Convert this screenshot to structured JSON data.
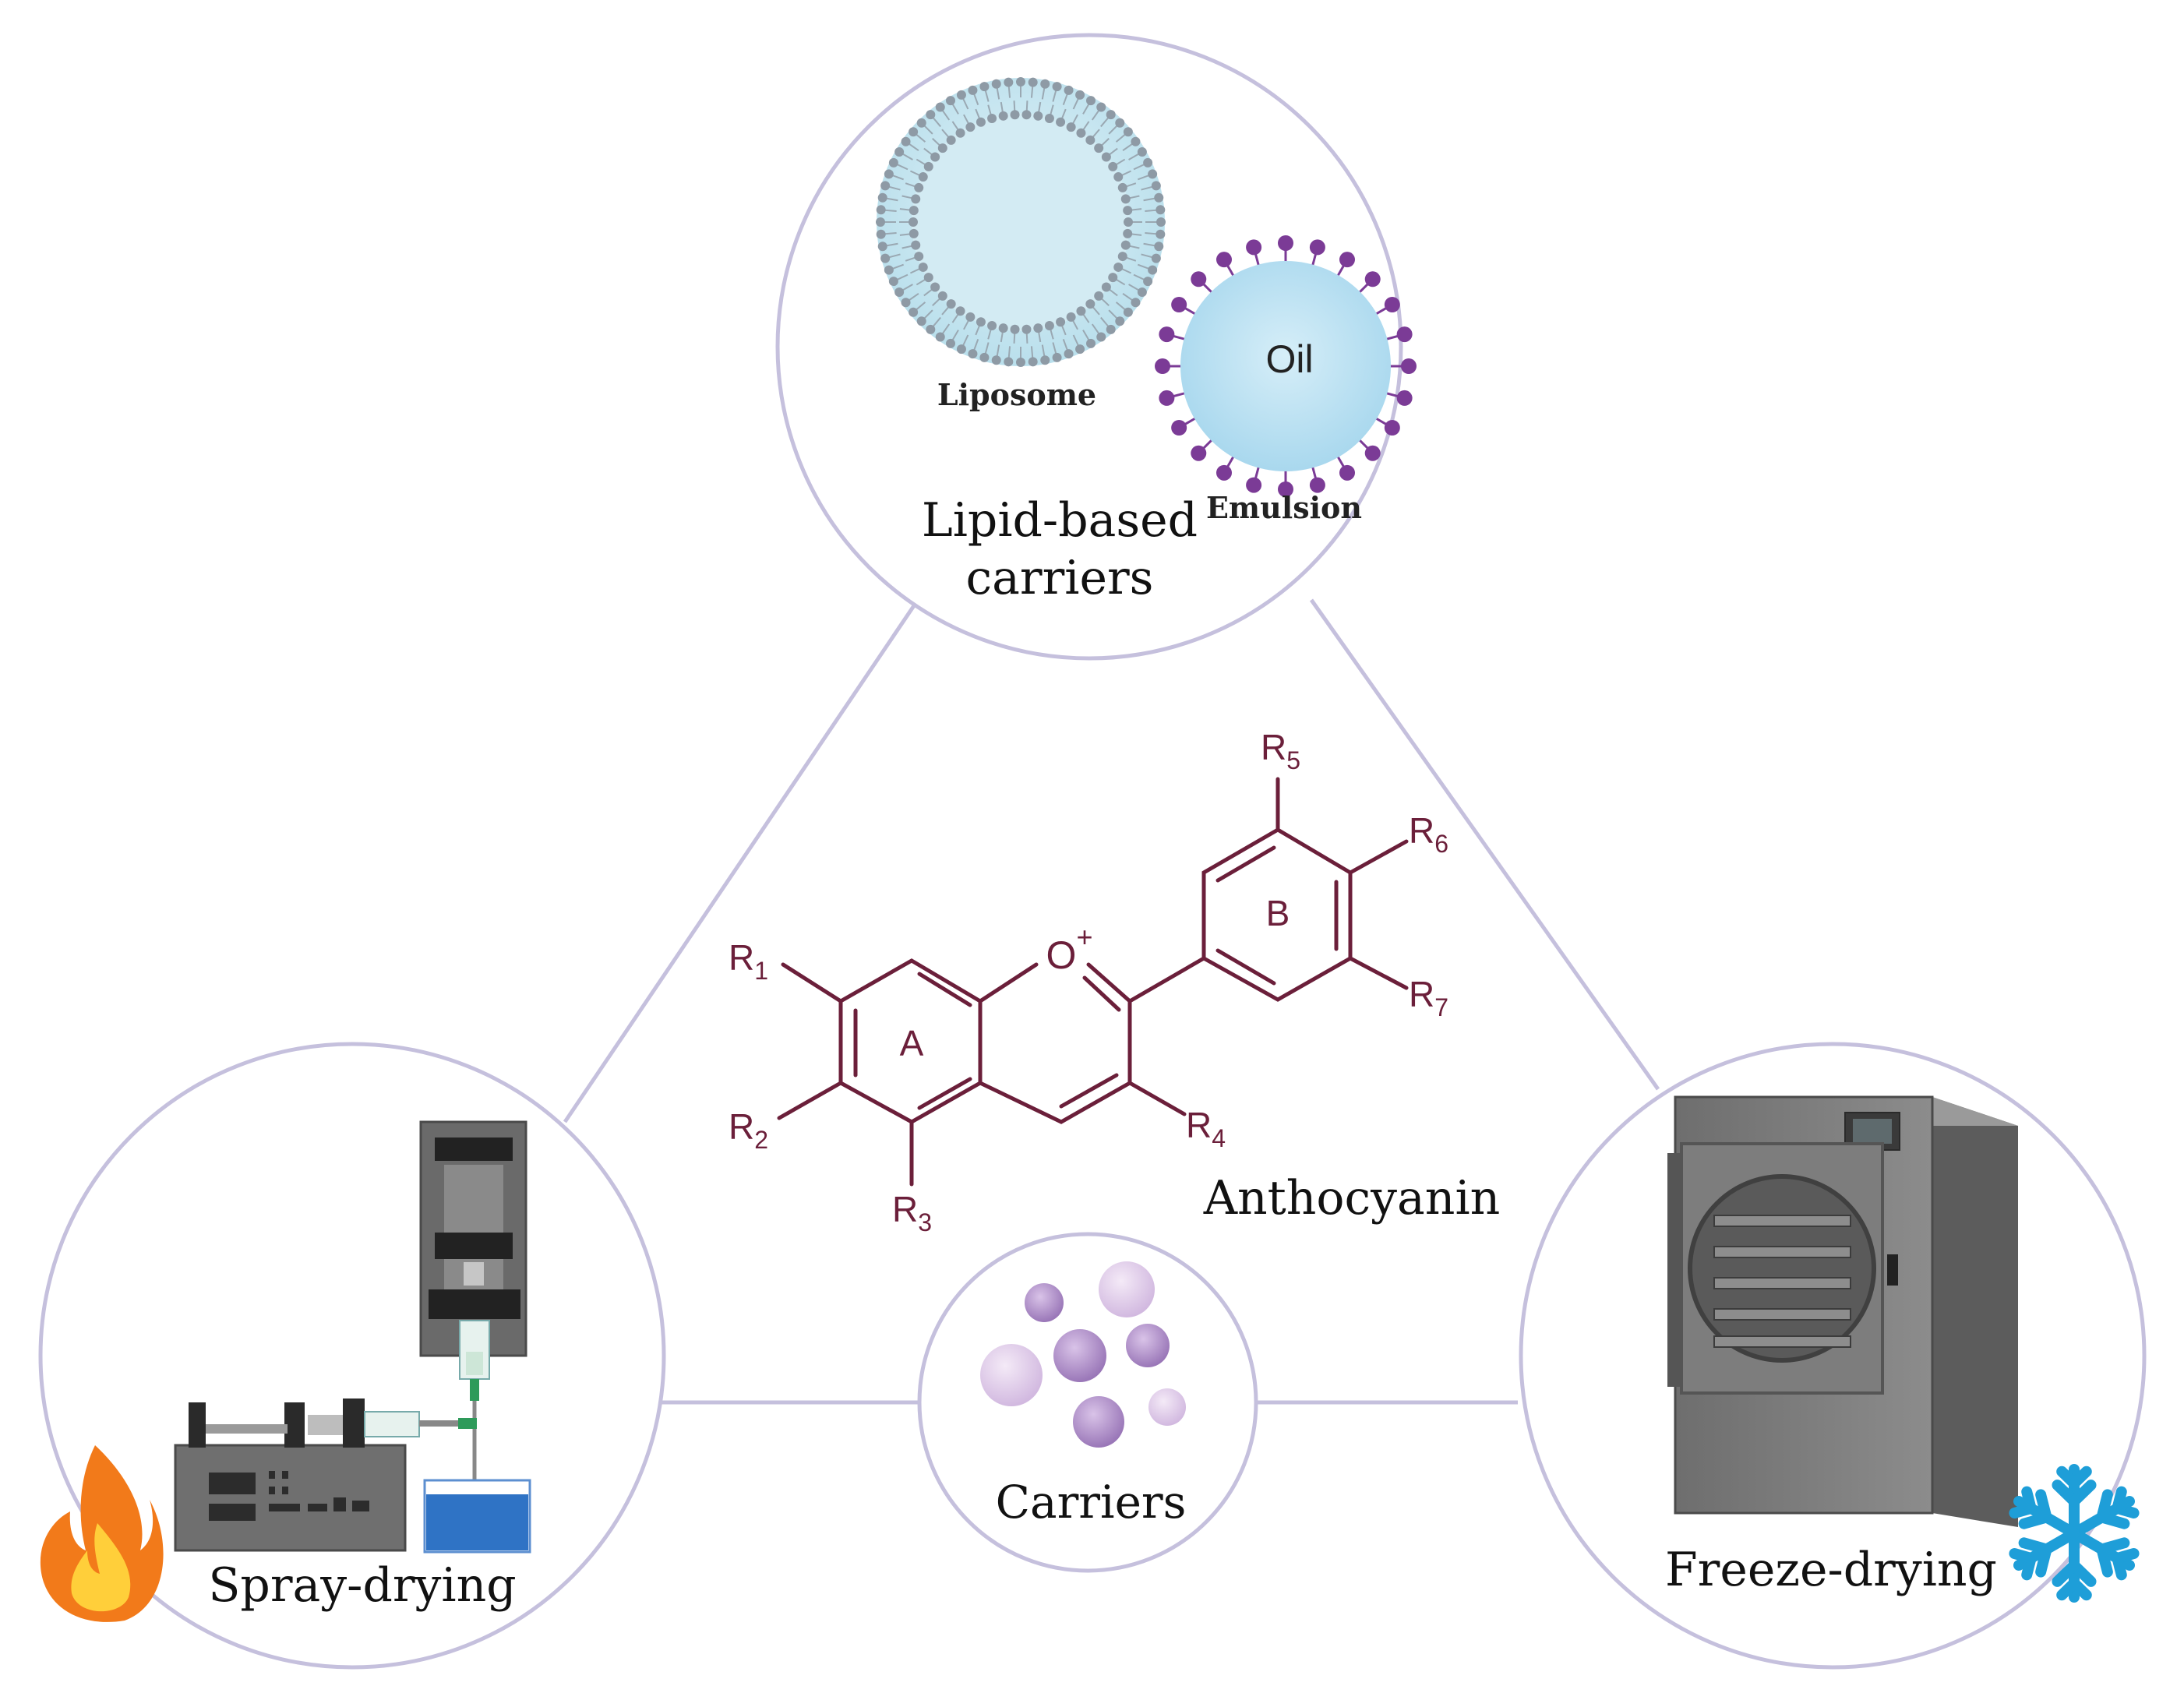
{
  "labels": {
    "lipid_line1": "Lipid-based",
    "lipid_line2": "carriers",
    "liposome": "Liposome",
    "emulsion": "Emulsion",
    "oil": "Oil",
    "anthocyanin": "Anthocyanin",
    "carriers": "Carriers",
    "spray_drying": "Spray-drying",
    "freeze_drying": "Freeze-drying"
  },
  "molecule": {
    "ring_a": "A",
    "ring_b": "B",
    "oxygen": "O",
    "charge": "+",
    "r1": "R",
    "r1_sub": "1",
    "r2": "R",
    "r2_sub": "2",
    "r3": "R",
    "r3_sub": "3",
    "r4": "R",
    "r4_sub": "4",
    "r5": "R",
    "r5_sub": "5",
    "r6": "R",
    "r6_sub": "6",
    "r7": "R",
    "r7_sub": "7"
  },
  "colors": {
    "frame": "#c5c0dd",
    "molecule": "#6b1f3a",
    "emulsion_dot": "#7b3b96",
    "liposome_fill": "#cbe7f1",
    "flame_outer": "#f27a1a",
    "flame_inner": "#ffcf3a",
    "snowflake": "#1e9ed8",
    "water": "#2f73c5"
  },
  "icons": [
    "flame-icon",
    "snowflake-icon"
  ]
}
